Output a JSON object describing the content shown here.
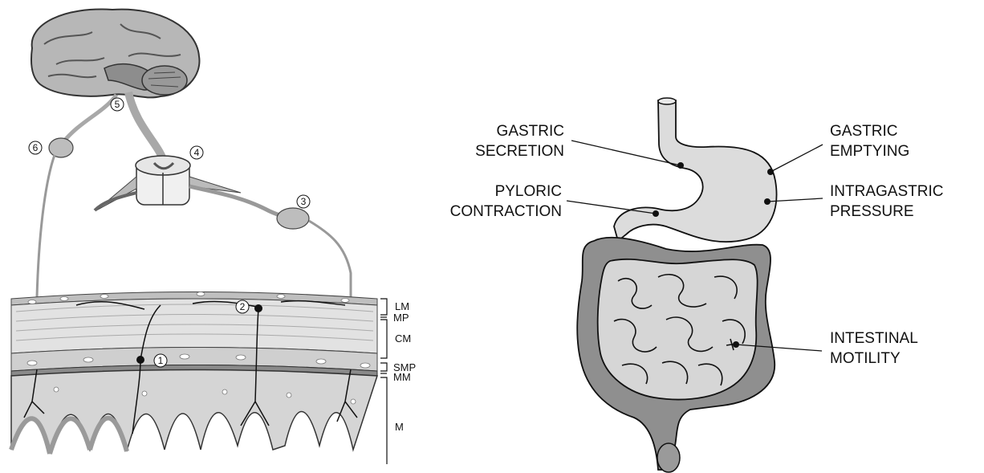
{
  "left_figure": {
    "markers": [
      "1",
      "2",
      "3",
      "4",
      "5",
      "6"
    ],
    "layers": {
      "lm": "LM",
      "mp": "MP",
      "cm": "CM",
      "smp": "SMP",
      "mm": "MM",
      "m": "M"
    }
  },
  "right_figure": {
    "labels": {
      "gastric_secretion": [
        "GASTRIC",
        "SECRETION"
      ],
      "pyloric_contraction": [
        "PYLORIC",
        "CONTRACTION"
      ],
      "gastric_emptying": [
        "GASTRIC",
        "EMPTYING"
      ],
      "intragastric_pressure": [
        "INTRAGASTRIC",
        "PRESSURE"
      ],
      "intestinal_motility": [
        "INTESTINAL",
        "MOTILITY"
      ]
    }
  },
  "colors": {
    "tissue_light": "#d9d9d9",
    "tissue_mid": "#a8a8a8",
    "tissue_dark": "#6f6f6f",
    "line": "#111111"
  }
}
